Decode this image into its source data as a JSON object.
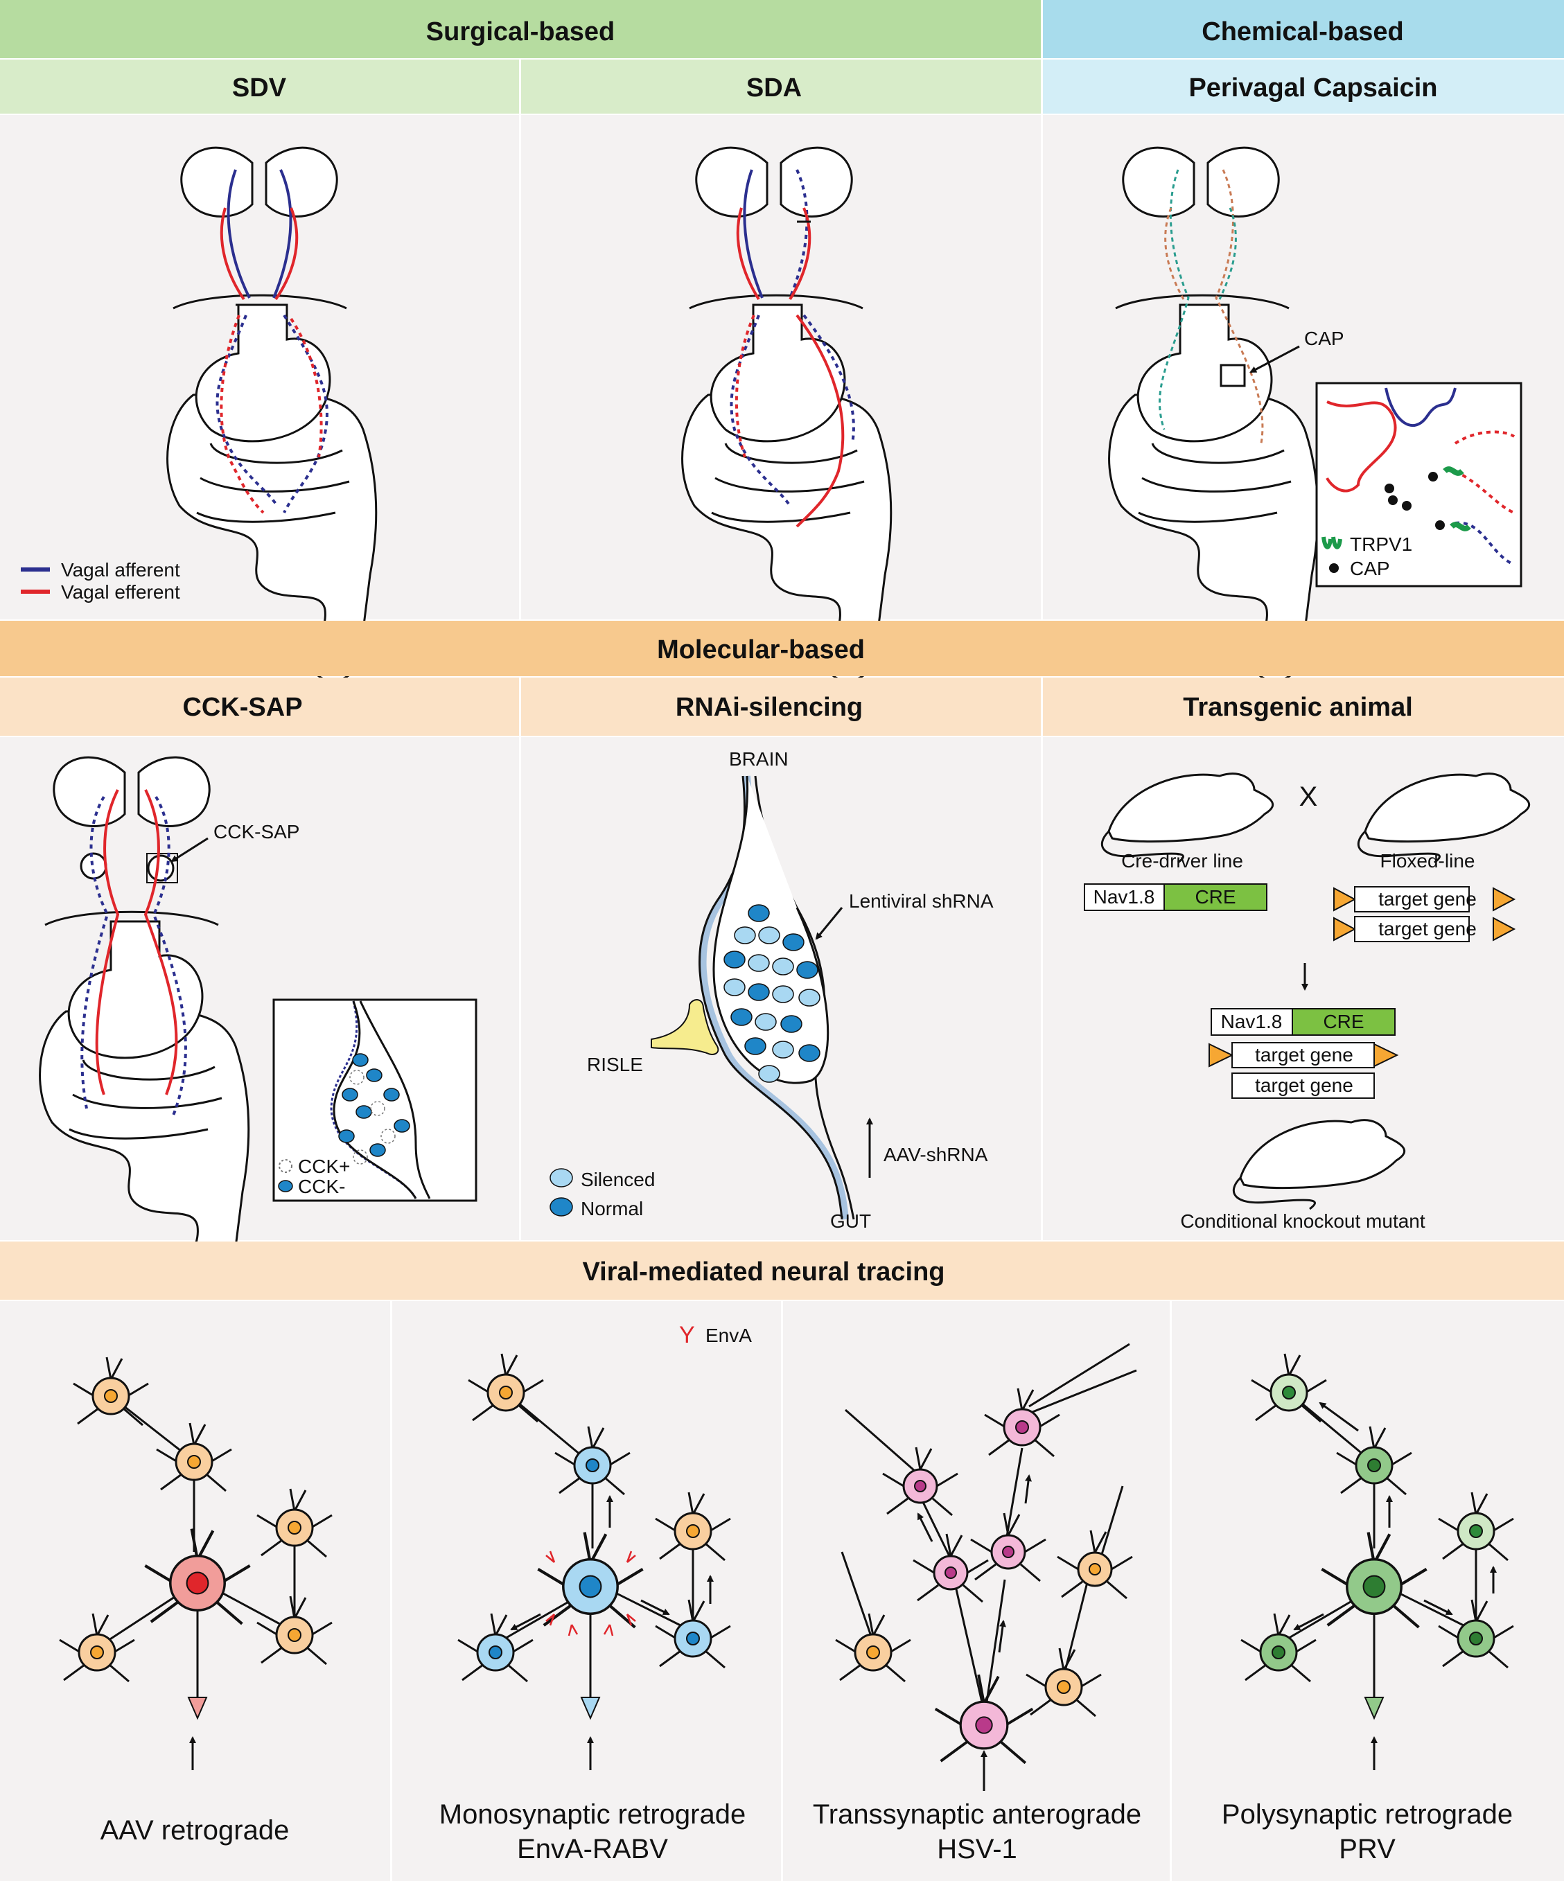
{
  "sections": {
    "surgical": "Surgical-based",
    "chemical": "Chemical-based",
    "molecular": "Molecular-based",
    "viral": "Viral-mediated neural tracing"
  },
  "panels": {
    "sdv": "SDV",
    "sda": "SDA",
    "capsaicin": "Perivagal Capsaicin",
    "cck_sap": "CCK-SAP",
    "rnai": "RNAi-silencing",
    "transgenic": "Transgenic animal"
  },
  "legend": {
    "afferent": "Vagal afferent",
    "efferent": "Vagal efferent",
    "trpv1": "TRPV1",
    "cap": "CAP",
    "cck_pos": "CCK+",
    "cck_neg": "CCK-",
    "silenced": "Silenced",
    "normal": "Normal",
    "enva": "EnvA"
  },
  "labels": {
    "cap_arrow": "CAP",
    "cck_sap_arrow": "CCK-SAP",
    "brain": "BRAIN",
    "gut": "GUT",
    "lentiviral": "Lentiviral shRNA",
    "risle": "RISLE",
    "aav_shrna": "AAV-shRNA",
    "cross": "X",
    "cre_driver": "Cre-driver line",
    "floxed": "Floxed-line",
    "nav": "Nav1.8",
    "cre": "CRE",
    "target_gene": "target gene",
    "cko": "Conditional knockout mutant"
  },
  "captions": {
    "aav": "AAV retrograde",
    "mono_1": "Monosynaptic retrograde",
    "mono_2": "EnvA-RABV",
    "trans_1": "Transsynaptic anterograde",
    "trans_2": "HSV-1",
    "poly_1": "Polysynaptic retrograde",
    "poly_2": "PRV"
  },
  "colors": {
    "surgical_header": "#b6dca0",
    "surgical_sub": "#d8ecc9",
    "chemical_header": "#a8dcec",
    "chemical_sub": "#d3eef7",
    "molecular_header": "#f7c98e",
    "molecular_sub": "#fbe2c6",
    "panel_bg": "#f4f2f2",
    "afferent": "#2b2f8f",
    "efferent": "#e0262b",
    "neuron_orange": "#f9cf9f",
    "neuron_red": "#f19d9a",
    "neuron_blue": "#a9d8f2",
    "neuron_pink": "#f3b8d8",
    "neuron_green": "#92c98a",
    "cre_green": "#7cc142",
    "lox_triangle": "#f6a733",
    "risle_yellow": "#f6ec8e"
  }
}
